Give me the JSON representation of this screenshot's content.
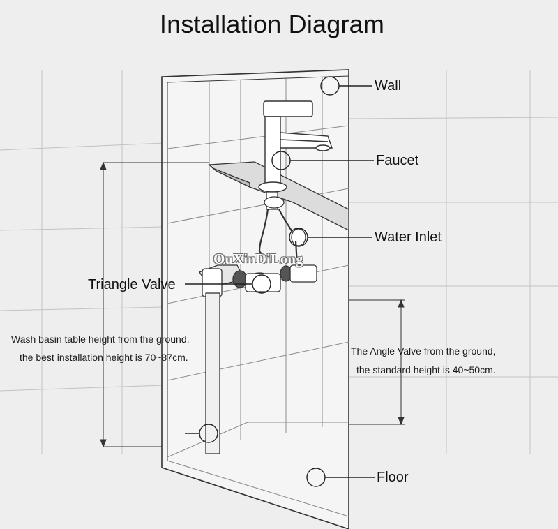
{
  "title": "Installation Diagram",
  "callouts": {
    "wall": "Wall",
    "faucet": "Faucet",
    "water_inlet": "Water Inlet",
    "triangle_valve": "Triangle Valve",
    "floor": "Floor"
  },
  "notes": {
    "basin_height_line1": "Wash basin table height from the ground,",
    "basin_height_line2": "the best installation height is 70~87cm.",
    "angle_valve_line1": "The Angle Valve from the ground,",
    "angle_valve_line2": "the standard height is 40~50cm."
  },
  "watermark": "OuXinDiLong",
  "colors": {
    "background": "#eeeeee",
    "line": "#333333",
    "tile_line": "#8a8a8a"
  }
}
